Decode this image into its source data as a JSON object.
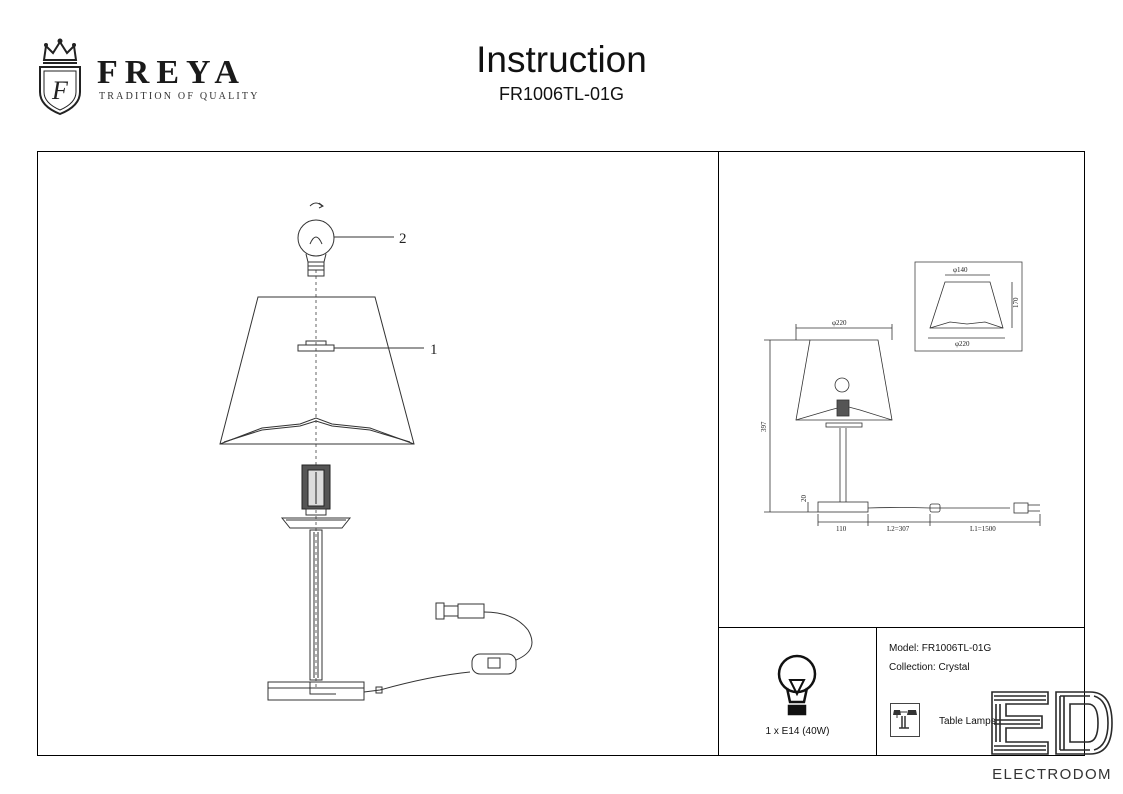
{
  "brand": {
    "name": "FREYA",
    "tagline": "TRADITION OF QUALITY",
    "logo_letter": "F"
  },
  "header": {
    "title": "Instruction",
    "subtitle": "FR1006TL-01G"
  },
  "assembly": {
    "callouts": [
      {
        "number": "2"
      },
      {
        "number": "1"
      }
    ]
  },
  "dimensions": {
    "shade_top_small": "φ140",
    "shade_height_small": "170",
    "shade_bottom_small": "φ220",
    "shade_top": "φ220",
    "total_height": "397",
    "base_height": "20",
    "base_width": "110",
    "cord_l2": "L2=307",
    "cord_l1": "L1=1500"
  },
  "bulb": {
    "spec": "1 x E14 (40W)",
    "icon": "light-bulb-icon"
  },
  "info": {
    "model": "Model: FR1006TL-01G",
    "collection": "Collection: Crystal",
    "type": "Table Lamps",
    "type_icon": "table-lamp-icon"
  },
  "watermark": {
    "text": "ELECTRODOM",
    "letters": "ED"
  }
}
